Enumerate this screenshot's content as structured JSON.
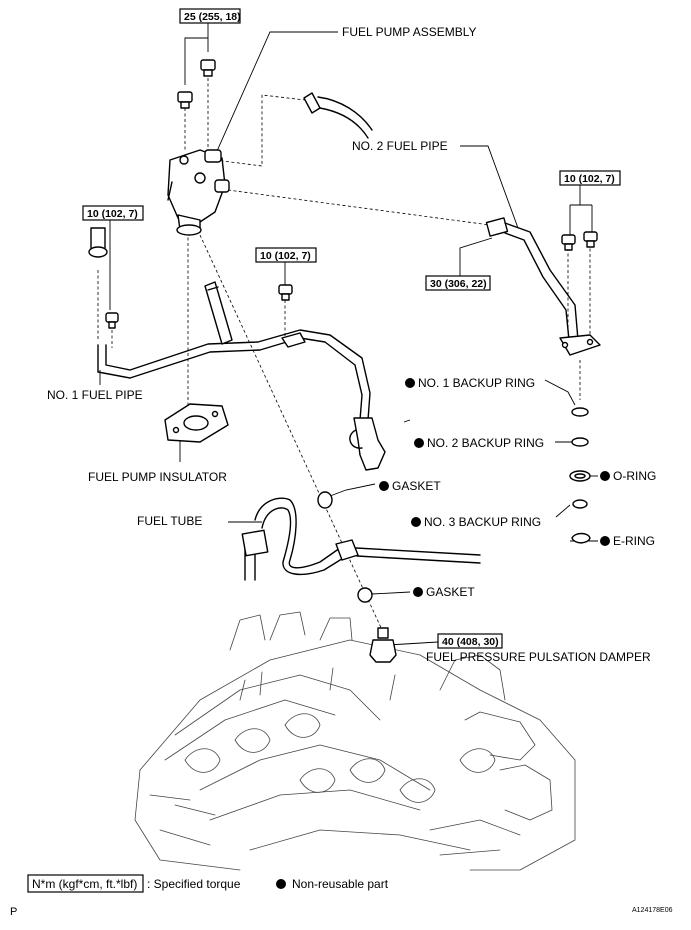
{
  "labels": {
    "fuel_pump_assembly": "FUEL PUMP ASSEMBLY",
    "no2_fuel_pipe": "NO. 2 FUEL PIPE",
    "no1_backup_ring": "NO. 1 BACKUP RING",
    "no2_backup_ring": "NO. 2 BACKUP RING",
    "o_ring": "O-RING",
    "no3_backup_ring": "NO. 3 BACKUP RING",
    "e_ring": "E-RING",
    "no1_fuel_pipe": "NO. 1 FUEL PIPE",
    "fuel_pump_insulator": "FUEL PUMP INSULATOR",
    "gasket_upper": "GASKET",
    "fuel_tube": "FUEL TUBE",
    "gasket_lower": "GASKET",
    "fuel_pressure_pulsation_damper": "FUEL PRESSURE PULSATION DAMPER"
  },
  "torques": {
    "pump_bolts": "25 (255, 18)",
    "pipe1_bolt": "10 (102, 7)",
    "center_bolt": "10 (102, 7)",
    "pipe2_bolts": "10 (102, 7)",
    "pipe2_union": "30 (306, 22)",
    "damper": "40 (408, 30)"
  },
  "legend": {
    "torque_box": "N*m (kgf*cm, ft.*lbf)",
    "torque_text": ": Specified torque",
    "nonreusable_text": "Non-reusable part"
  },
  "footer": {
    "corner_letter": "P",
    "figure_id": "A124178E06"
  }
}
